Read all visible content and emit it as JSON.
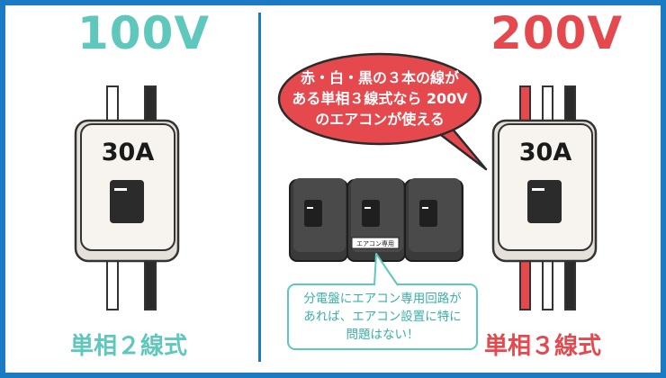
{
  "left": {
    "voltage": "100V",
    "ampere": "30A",
    "wiring": "単相２線式"
  },
  "right": {
    "voltage": "200V",
    "ampere": "30A",
    "wiring": "単相３線式"
  },
  "speech_bubble": {
    "lines": [
      "赤・白・黒の３本の線が",
      "ある単相３線式なら 200V",
      "のエアコンが使える"
    ]
  },
  "panel": {
    "tag": "エアコン専用"
  },
  "note": {
    "lines": [
      "分電盤にエアコン専用回路が",
      "あれば、エアコン設置に特に",
      "問題はない！"
    ]
  },
  "colors": {
    "frame": "#1a7ac4",
    "teal": "#5ec8bd",
    "red": "#e5484d",
    "dark": "#2b2b2b",
    "breaker_body": "#f7f3ef"
  }
}
